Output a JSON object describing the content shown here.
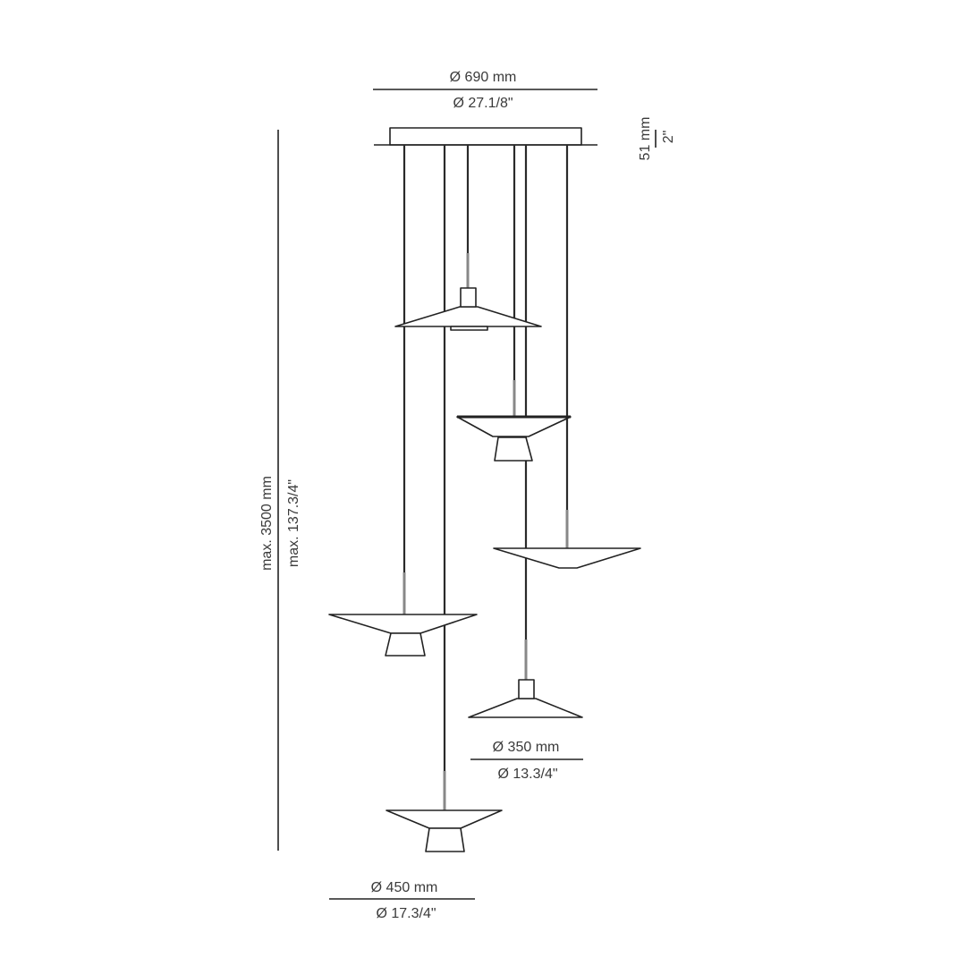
{
  "dimensions": {
    "canopy_diameter_mm": "Ø  690 mm",
    "canopy_diameter_in": "Ø 27.1/8\"",
    "canopy_height_mm": "51 mm",
    "canopy_height_in": "2\"",
    "max_height_mm": "max. 3500 mm",
    "max_height_in": "max. 137.3/4\"",
    "small_shade_mm": "Ø  350 mm",
    "small_shade_in": "Ø 13.3/4\"",
    "large_shade_mm": "Ø  450 mm",
    "large_shade_in": "Ø 17.3/4\""
  },
  "colors": {
    "line": "#222222",
    "text": "#3a3a3a"
  }
}
